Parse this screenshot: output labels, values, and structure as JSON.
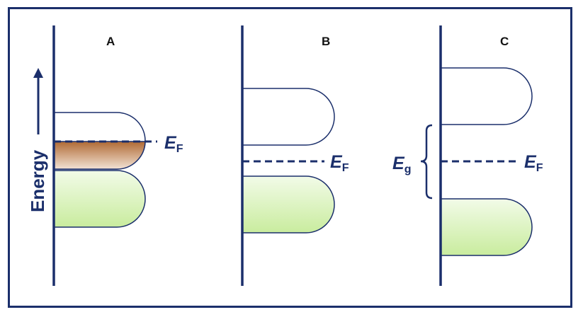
{
  "panels": [
    {
      "label": "A"
    },
    {
      "label": "B"
    },
    {
      "label": "C"
    }
  ],
  "axis_label": "Energy",
  "fermi": {
    "main": "E",
    "sub": "F"
  },
  "gap": {
    "main": "E",
    "sub": "g"
  },
  "colors": {
    "line": "#1b2f6b",
    "filled_band": "#d9f2b8",
    "occupied_band": "#c47a42"
  }
}
